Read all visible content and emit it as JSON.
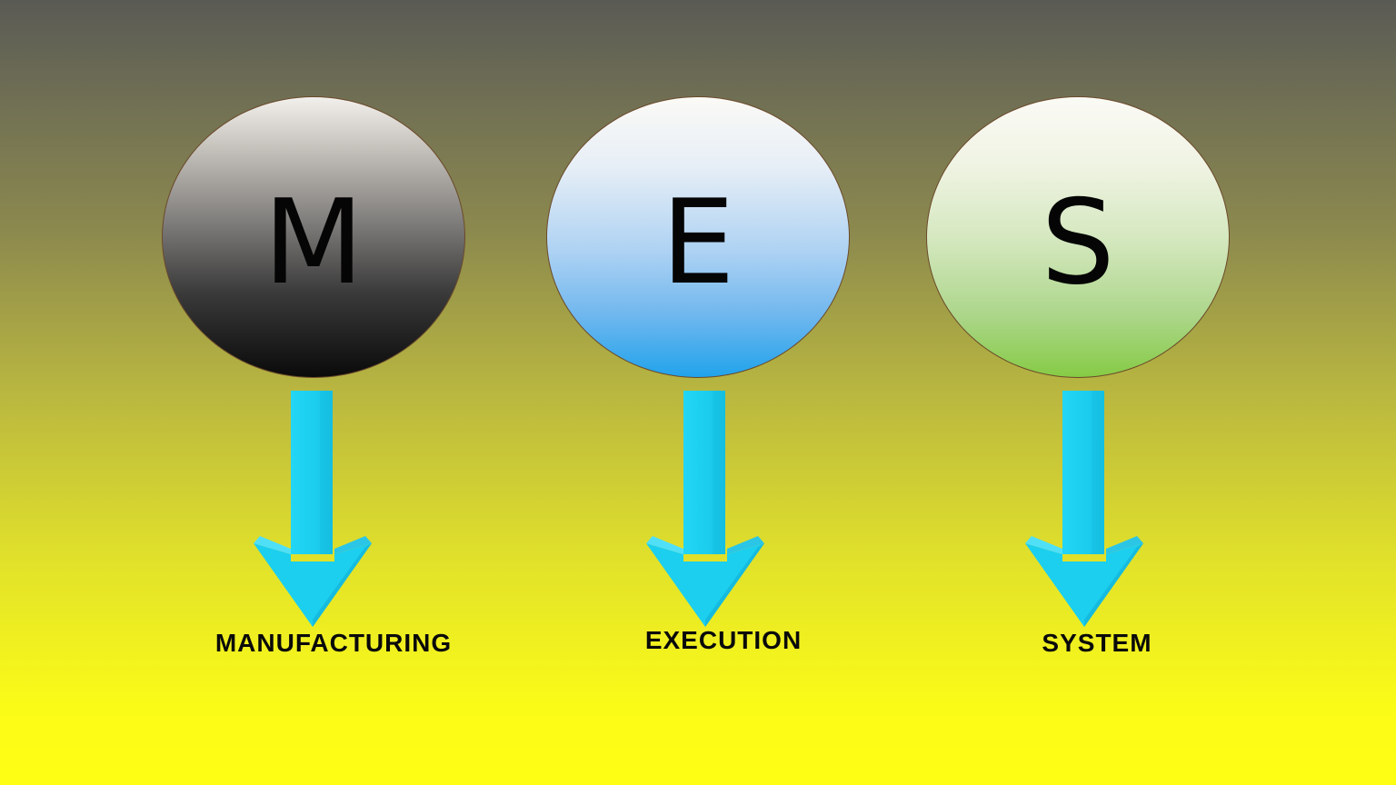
{
  "nodes": [
    {
      "letter": "M",
      "label": "MANUFACTURING"
    },
    {
      "letter": "E",
      "label": "EXECUTION"
    },
    {
      "letter": "S",
      "label": "SYSTEM"
    }
  ],
  "colors": {
    "arrow": "#1ad0f0",
    "arrow_shade": "#14b4dc",
    "circle_border": "#6b4a2a",
    "background_top": "#5a5a55",
    "background_bottom": "#fefe14"
  },
  "icons": {
    "arrow": "down-arrow-icon"
  }
}
